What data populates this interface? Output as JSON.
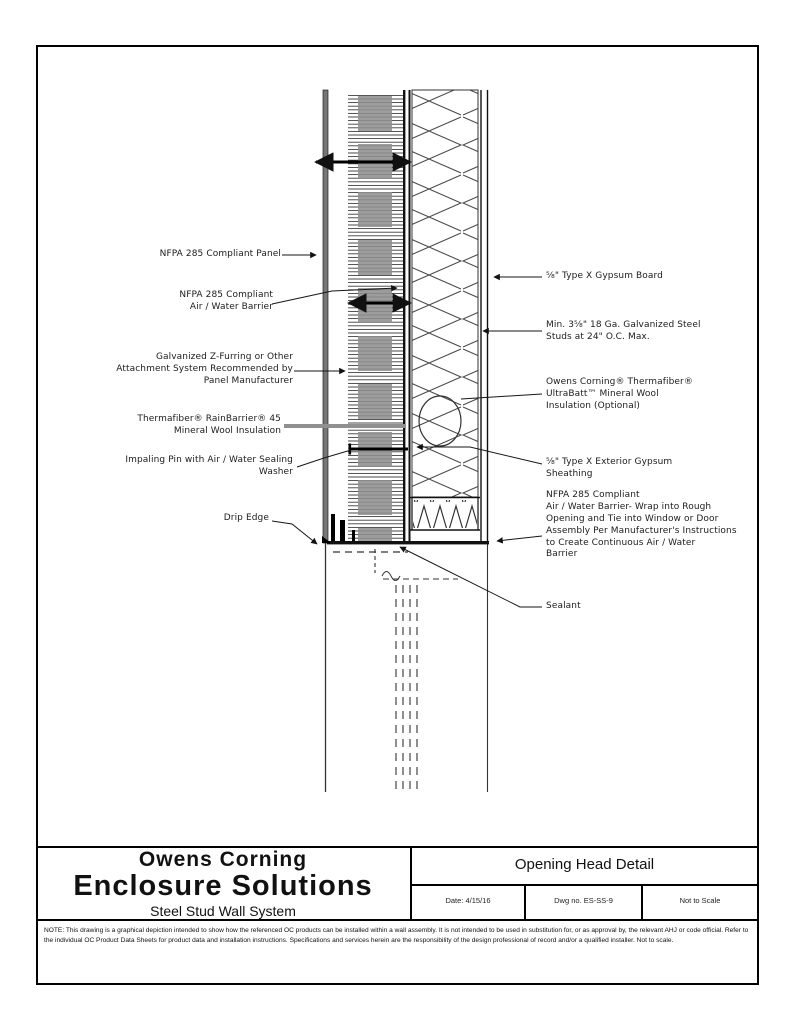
{
  "sheet": {
    "company_line1": "Owens Corning",
    "company_line2": "Enclosure Solutions",
    "system_name": "Steel Stud Wall System",
    "detail_title": "Opening Head Detail",
    "date_field": "Date: 4/15/16",
    "dwg_field": "Dwg no. ES-SS-9",
    "scale_field": "Not to Scale",
    "note": "NOTE: This drawing is a graphical depiction intended to show how the referenced OC products can be installed within a wall assembly. It is not intended to be used in substitution for, or as approval by, the relevant AHJ or code official. Refer to the individual OC Product Data Sheets for product data and installation instructions. Specifications and services herein are the responsibility of the design professional of record and/or a qualified installer. Not to scale."
  },
  "labels": {
    "left": [
      {
        "text": "NFPA 285 Compliant Panel"
      },
      {
        "text": "NFPA 285 Compliant\nAir / Water Barrier"
      },
      {
        "text": "Galvanized Z-Furring or Other\nAttachment System Recommended by\nPanel Manufacturer"
      },
      {
        "text": "Thermafiber® RainBarrier® 45\nMineral Wool Insulation"
      },
      {
        "text": "Impaling Pin with Air / Water Sealing\nWasher"
      },
      {
        "text": "Drip Edge"
      }
    ],
    "right": [
      {
        "text": "⅝\" Type X Gypsum Board"
      },
      {
        "text": "Min. 3⅝\" 18 Ga. Galvanized Steel\nStuds at 24\" O.C. Max."
      },
      {
        "text": "Owens Corning® Thermafiber®\nUltraBatt™ Mineral Wool\nInsulation (Optional)"
      },
      {
        "text": "⅝\" Type X Exterior Gypsum\nSheathing"
      },
      {
        "text": "NFPA 285 Compliant\nAir / Water Barrier- Wrap into Rough\nOpening and Tie into Window or Door\nAssembly Per Manufacturer's Instructions\nto Create Continuous Air / Water\nBarrier"
      },
      {
        "text": "Sealant"
      }
    ]
  },
  "colors": {
    "line": "#111111",
    "panel_gray": "#777777",
    "furring_gray": "#8f8f8f",
    "leader_gray": "#909090"
  }
}
